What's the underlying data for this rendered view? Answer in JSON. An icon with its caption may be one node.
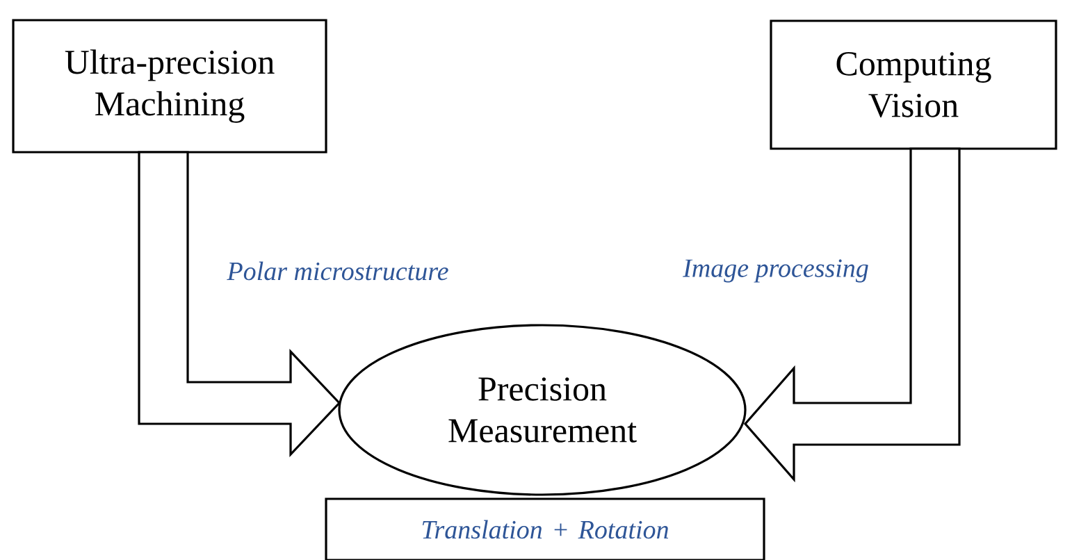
{
  "diagram": {
    "nodes": [
      {
        "text": [
          "Ultra-precision Machining"
        ]
      },
      {
        "text": [
          "Computing Vision"
        ]
      },
      {
        "text": [
          "Precision Measurement"
        ]
      },
      {
        "text": [
          "Translation + Rotation"
        ]
      }
    ],
    "edges": [
      {
        "from": 0,
        "to": 2,
        "arrow": "to",
        "label": "Polar microstructure"
      },
      {
        "from": 1,
        "to": 2,
        "arrow": "to",
        "label": "Image processing"
      }
    ]
  }
}
